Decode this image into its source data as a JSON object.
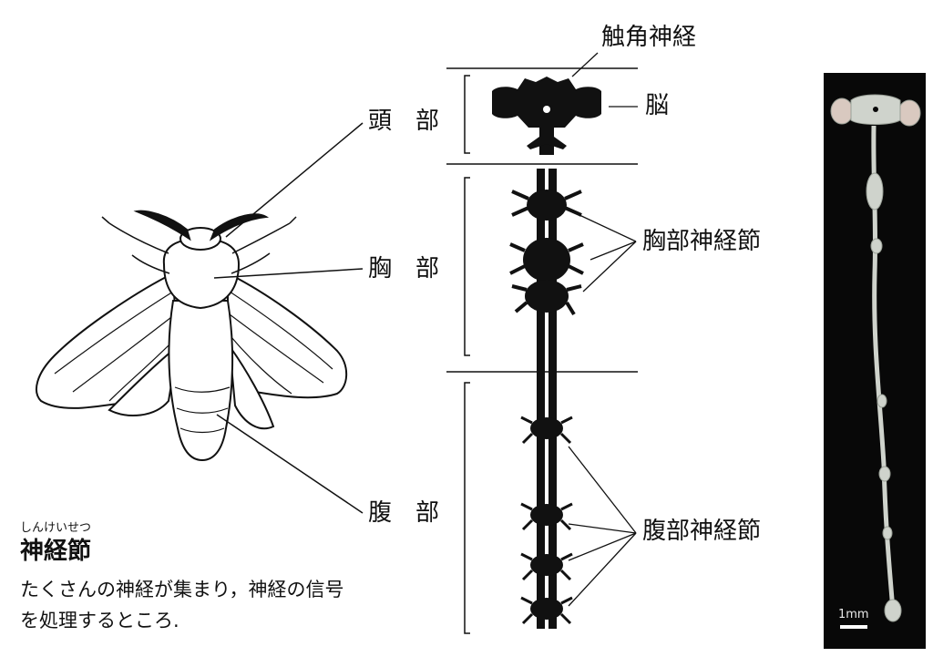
{
  "labels": {
    "antenna_nerve": "触角神経",
    "brain": "脳",
    "head": "頭　部",
    "thorax": "胸　部",
    "abdomen": "腹　部",
    "thoracic_ganglia": "胸部神経節",
    "abdominal_ganglia": "腹部神経節"
  },
  "caption": {
    "ruby": "しんけいせつ",
    "title": "神経節",
    "line1": "たくさんの神経が集まり，神経の信号",
    "line2": "を処理するところ."
  },
  "photo": {
    "scale_label": "1mm"
  },
  "colors": {
    "ink": "#111111",
    "background": "#ffffff",
    "photo_bg": "#080808",
    "nerve_cord": "#cfd3cc"
  }
}
